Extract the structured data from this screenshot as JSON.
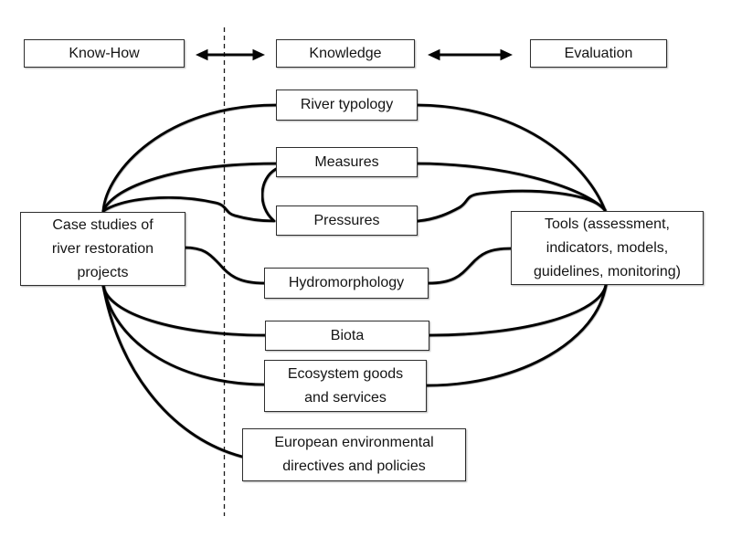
{
  "title": "River restoration knowledge diagram",
  "colors": {
    "background": "#ffffff",
    "line": "#060606",
    "box_border": "#2e2e2e",
    "text": "#141414"
  },
  "header": {
    "know_how": "Know-How",
    "knowledge": "Knowledge",
    "evaluation": "Evaluation"
  },
  "nodes": {
    "case_studies": {
      "lines": [
        "Case studies of",
        "river restoration",
        "projects"
      ]
    },
    "tools": {
      "lines": [
        "Tools (assessment,",
        "indicators, models,",
        "guidelines, monitoring)"
      ]
    },
    "river_typology": {
      "label": "River typology"
    },
    "measures": {
      "label": "Measures"
    },
    "pressures": {
      "label": "Pressures"
    },
    "hydromorphology": {
      "label": "Hydromorphology"
    },
    "biota": {
      "label": "Biota"
    },
    "ecosystem": {
      "lines": [
        "Ecosystem goods",
        "and services"
      ]
    },
    "european": {
      "lines": [
        "European environmental",
        "directives and policies"
      ]
    }
  },
  "edges": [
    {
      "from": "case_studies",
      "to": "river_typology"
    },
    {
      "from": "case_studies",
      "to": "measures"
    },
    {
      "from": "case_studies",
      "to": "pressures"
    },
    {
      "from": "measures",
      "to": "pressures"
    },
    {
      "from": "case_studies",
      "to": "hydromorphology"
    },
    {
      "from": "case_studies",
      "to": "biota"
    },
    {
      "from": "case_studies",
      "to": "ecosystem"
    },
    {
      "from": "case_studies",
      "to": "european"
    },
    {
      "from": "river_typology",
      "to": "tools"
    },
    {
      "from": "measures",
      "to": "tools"
    },
    {
      "from": "pressures",
      "to": "tools"
    },
    {
      "from": "hydromorphology",
      "to": "tools"
    },
    {
      "from": "biota",
      "to": "tools"
    },
    {
      "from": "ecosystem",
      "to": "tools"
    }
  ]
}
